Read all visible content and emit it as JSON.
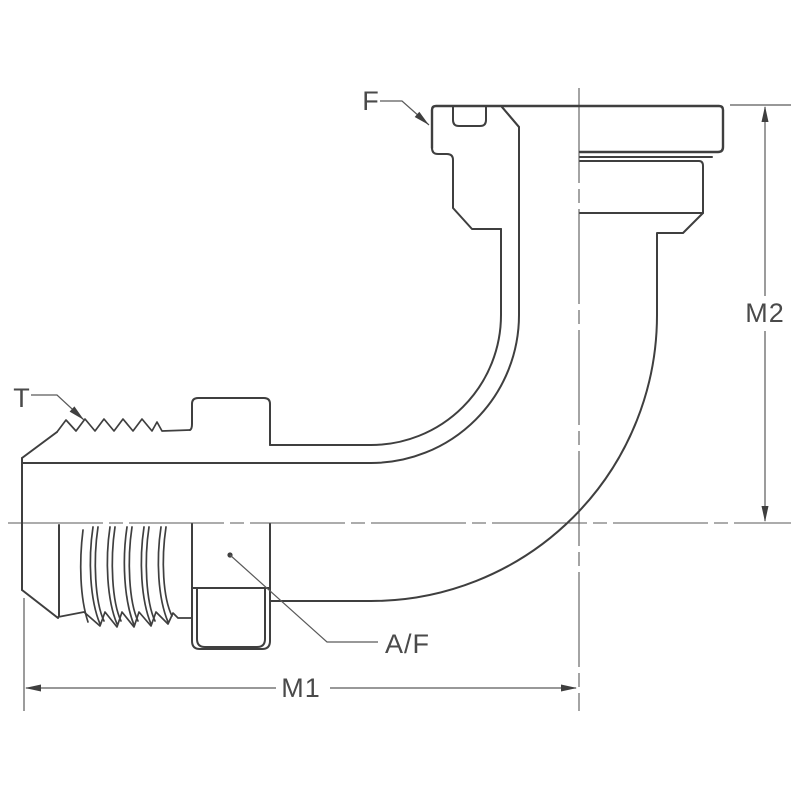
{
  "figure": {
    "labels": {
      "thread": "T",
      "flange_face": "F",
      "across_flats": "A/F",
      "length_dim": "M1",
      "height_dim": "M2"
    },
    "colors": {
      "line": "#3f3f3f",
      "thin_line": "#5a5a5a",
      "text": "#4a4a4a",
      "background": "#ffffff"
    }
  }
}
